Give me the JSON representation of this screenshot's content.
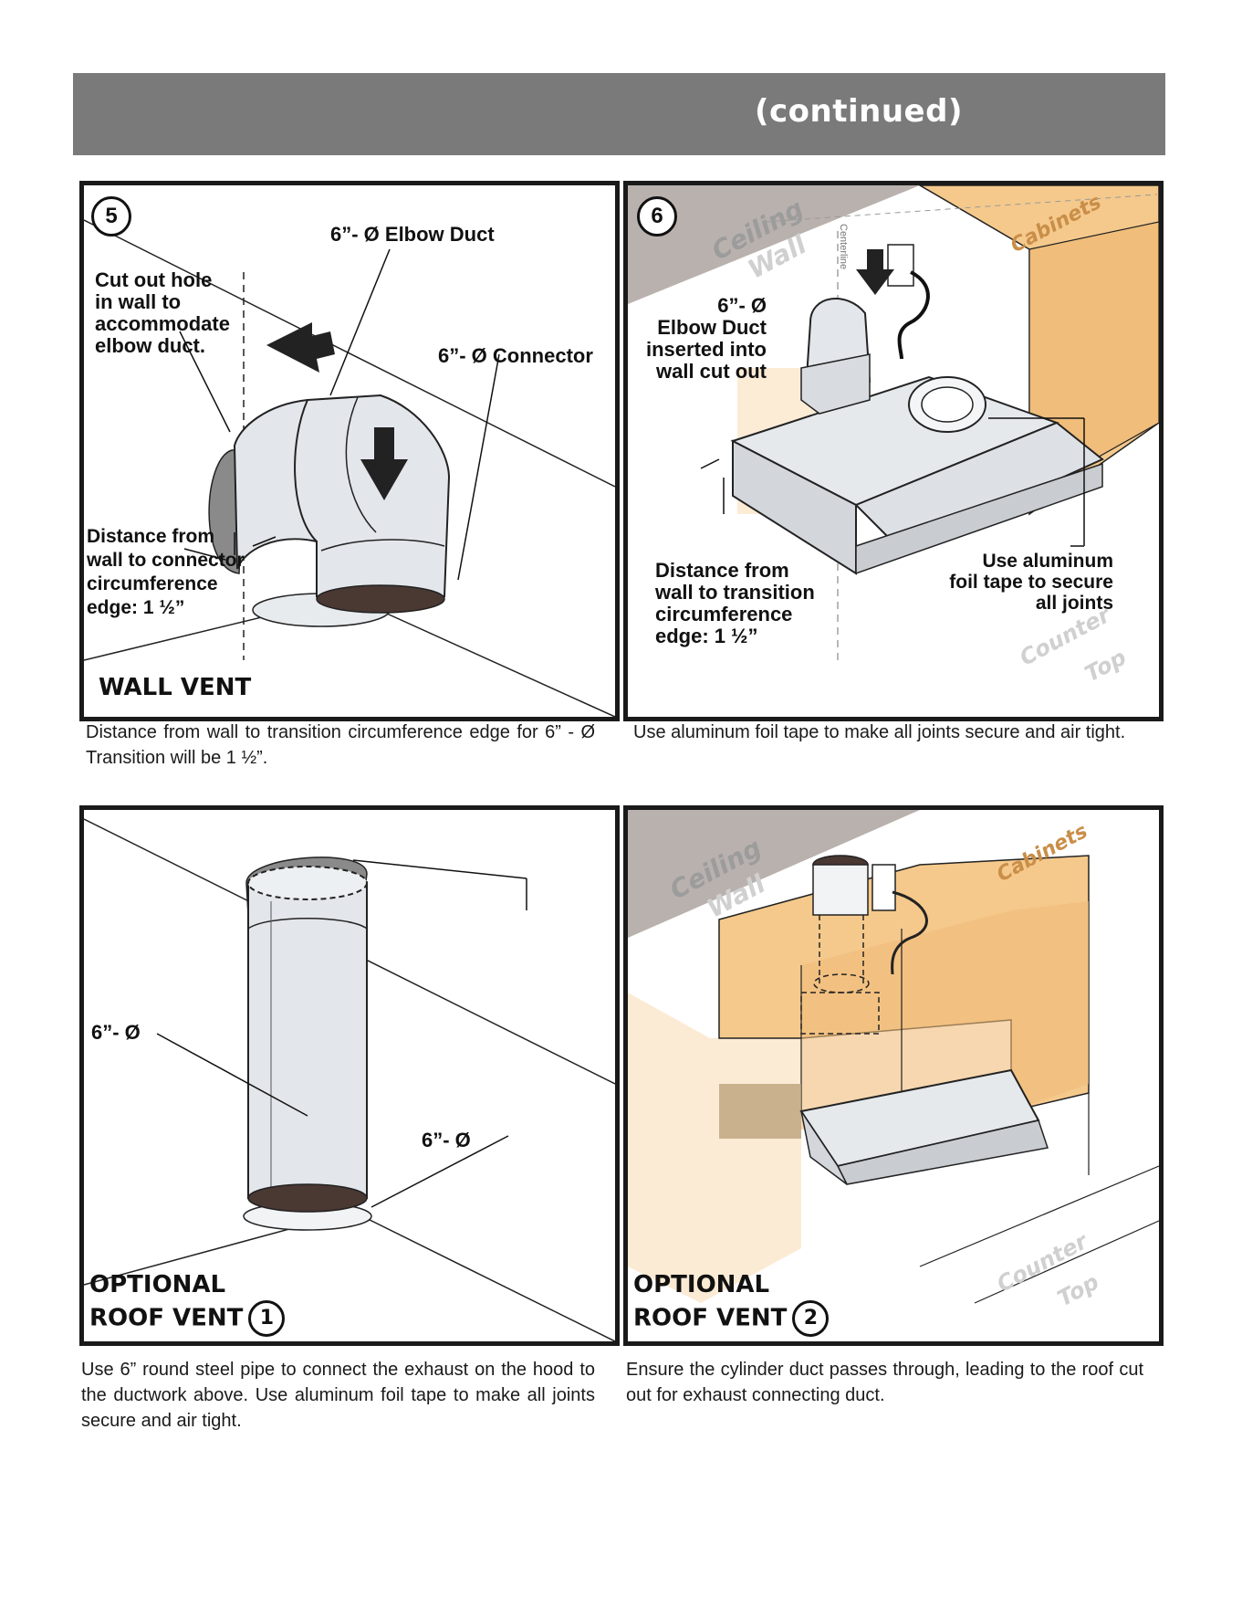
{
  "header": {
    "title": "(continued)"
  },
  "panel5": {
    "step": "5",
    "elbow_label": "6”- Ø Elbow Duct",
    "connector_label": "6”- Ø Connector",
    "cutout_label": "Cut out hole\nin wall to\naccommodate\nelbow duct.",
    "distance_label": "Distance from\nwall to connector\ncircumference\nedge: 1 ½”",
    "title": "WALL VENT",
    "caption": "Distance from wall to transition circumference edge for 6” - Ø Transition will be 1 ½”."
  },
  "panel6": {
    "step": "6",
    "ceiling": "Ceiling",
    "wall": "Wall",
    "centerline": "Centerline",
    "cabinets": "Cabinets",
    "elbow_label": "6”- Ø\nElbow Duct\ninserted into\nwall cut out",
    "distance_label": "Distance from\nwall to transition\ncircumference\nedge: 1 ½”",
    "tape_label": "Use aluminum\nfoil tape to secure\nall joints",
    "counter": "Counter",
    "top": "Top",
    "caption": "Use aluminum foil tape to make all joints secure and air tight."
  },
  "panel7": {
    "pipe_label_1": "6”- Ø",
    "pipe_label_2": "6”- Ø",
    "title_line1": "OPTIONAL",
    "title_line2": "ROOF VENT",
    "step": "1",
    "caption": "Use 6” round steel pipe to connect the exhaust on the hood to the ductwork above. Use aluminum foil tape to make all joints secure and air tight."
  },
  "panel8": {
    "ceiling": "Ceiling",
    "wall": "Wall",
    "cabinets": "Cabinets",
    "counter": "Counter",
    "top": "Top",
    "title_line1": "OPTIONAL",
    "title_line2": "ROOF VENT",
    "step": "2",
    "caption": "Ensure the cylinder duct passes through, leading to the roof cut out for exhaust connecting duct."
  },
  "colors": {
    "header": "#7a7a7a",
    "cabinet": "#f5c98c",
    "ceiling": "#b9b1ad",
    "duct": "#e3e6ea",
    "duct_end": "#4a3833"
  }
}
